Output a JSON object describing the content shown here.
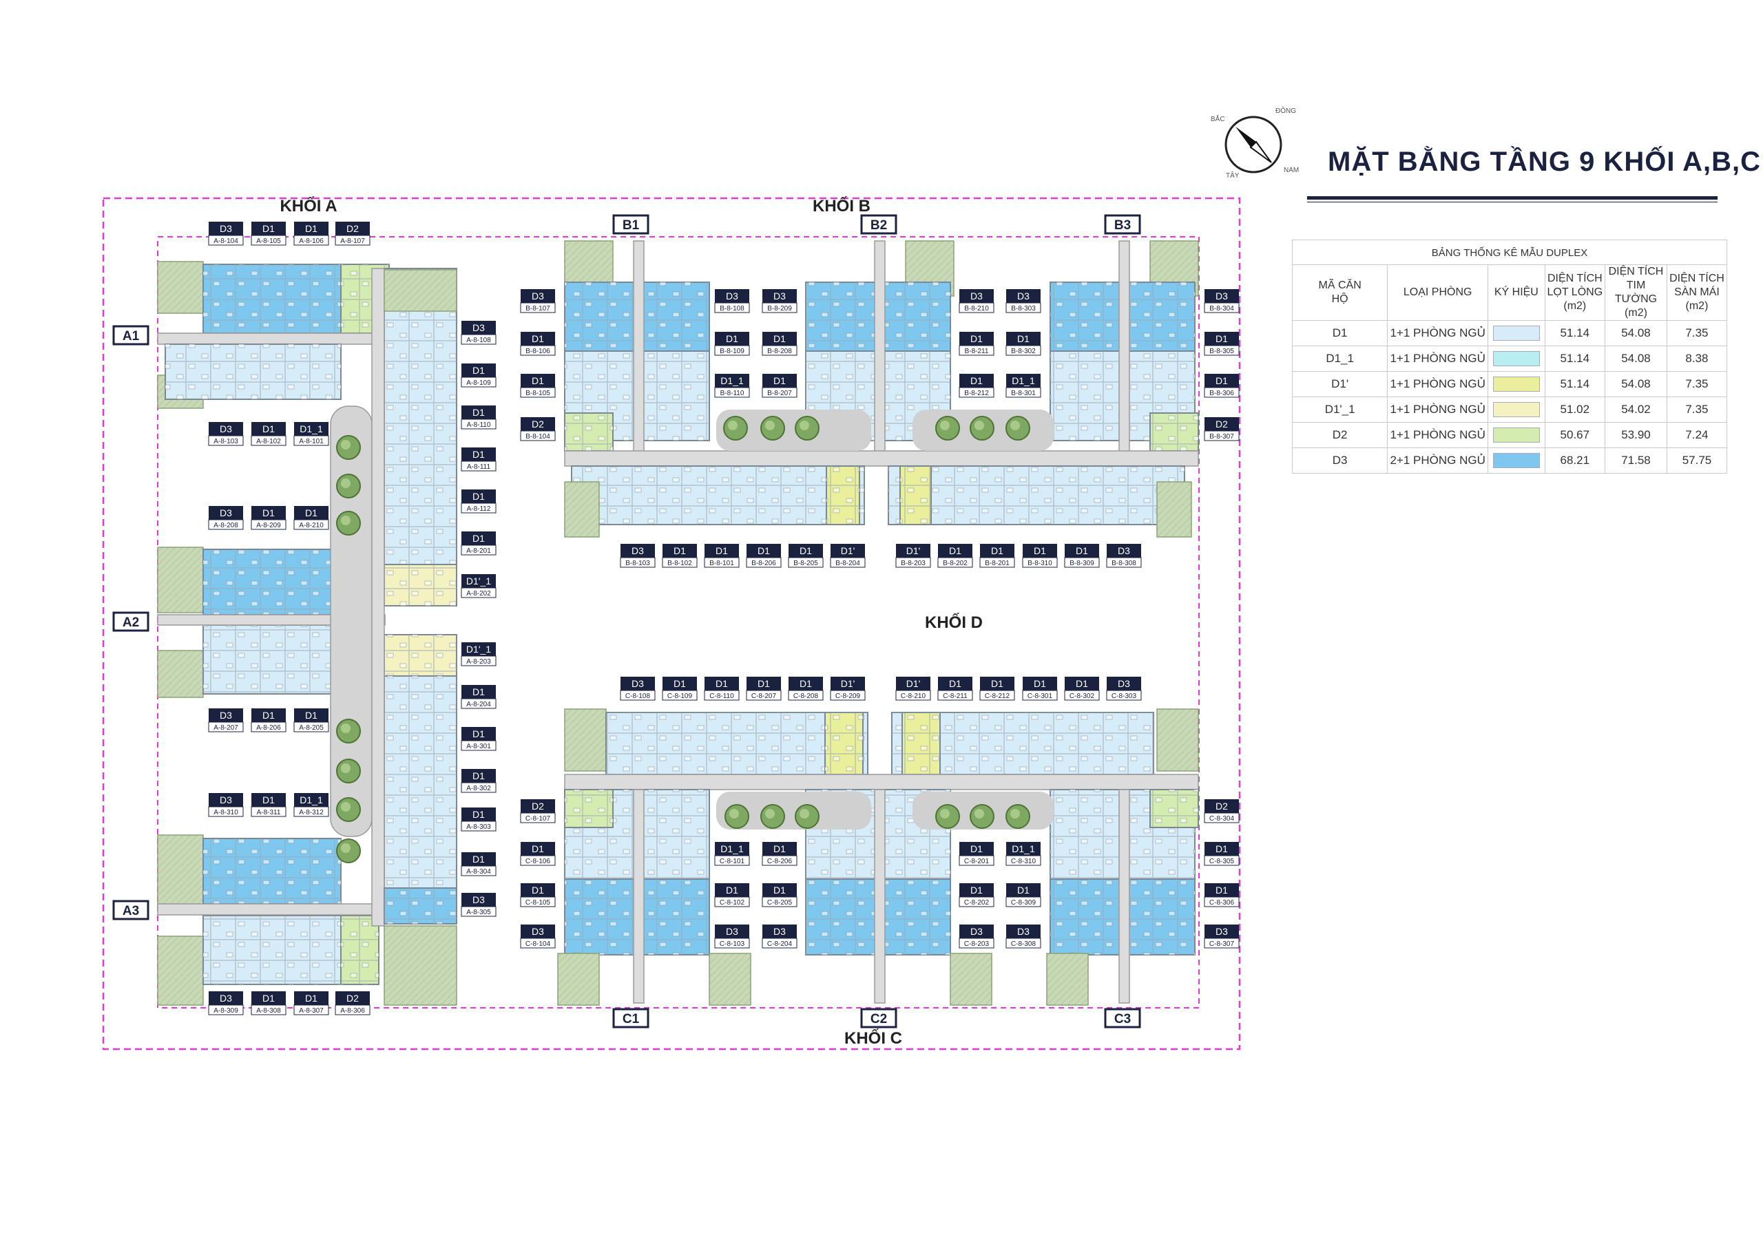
{
  "title": "MẶT BẰNG TẦNG 9 KHỐI A,B,C",
  "compass": {
    "north": "BẮC",
    "east": "ĐÔNG",
    "south": "NAM",
    "west": "TÂY"
  },
  "blocks": {
    "a": "KHỐI A",
    "b": "KHỐI B",
    "c": "KHỐI C",
    "d": "KHỐI D"
  },
  "stair_tags": [
    "A1",
    "A2",
    "A3",
    "B1",
    "B2",
    "B3",
    "C1",
    "C2",
    "C3"
  ],
  "legend": {
    "caption": "BẢNG THỐNG KÊ MẪU DUPLEX",
    "headers": [
      "MÃ CĂN HỘ",
      "LOẠI PHÒNG",
      "KÝ HIỆU",
      "DIỆN TÍCH LỌT LÒNG (m2)",
      "DIỆN TÍCH TIM TƯỜNG (m2)",
      "DIỆN TÍCH SÀN MÁI (m2)"
    ],
    "rows": [
      {
        "code": "D1",
        "type": "1+1 PHÒNG NGỦ",
        "color": "#d6ecf8",
        "net": "51.14",
        "gross": "54.08",
        "roof": "7.35"
      },
      {
        "code": "D1_1",
        "type": "1+1 PHÒNG NGỦ",
        "color": "#b8eef2",
        "net": "51.14",
        "gross": "54.08",
        "roof": "8.38"
      },
      {
        "code": "D1'",
        "type": "1+1 PHÒNG NGỦ",
        "color": "#e9ef9a",
        "net": "51.14",
        "gross": "54.08",
        "roof": "7.35"
      },
      {
        "code": "D1'_1",
        "type": "1+1 PHÒNG NGỦ",
        "color": "#f3f2c0",
        "net": "51.02",
        "gross": "54.02",
        "roof": "7.35"
      },
      {
        "code": "D2",
        "type": "1+1 PHÒNG NGỦ",
        "color": "#d5ecb0",
        "net": "50.67",
        "gross": "53.90",
        "roof": "7.24"
      },
      {
        "code": "D3",
        "type": "2+1 PHÒNG NGỦ",
        "color": "#7ec8f0",
        "net": "68.21",
        "gross": "71.58",
        "roof": "57.75"
      }
    ]
  },
  "unit_tags": [
    [
      "D3",
      "A-8-104"
    ],
    [
      "D1",
      "A-8-105"
    ],
    [
      "D1",
      "A-8-106"
    ],
    [
      "D2",
      "A-8-107"
    ],
    [
      "D3",
      "A-8-103"
    ],
    [
      "D1",
      "A-8-102"
    ],
    [
      "D1_1",
      "A-8-101"
    ],
    [
      "D3",
      "A-8-208"
    ],
    [
      "D1",
      "A-8-209"
    ],
    [
      "D1",
      "A-8-210"
    ],
    [
      "D3",
      "A-8-207"
    ],
    [
      "D1",
      "A-8-206"
    ],
    [
      "D1",
      "A-8-205"
    ],
    [
      "D3",
      "A-8-310"
    ],
    [
      "D1",
      "A-8-311"
    ],
    [
      "D1_1",
      "A-8-312"
    ],
    [
      "D3",
      "A-8-309"
    ],
    [
      "D1",
      "A-8-308"
    ],
    [
      "D1",
      "A-8-307"
    ],
    [
      "D2",
      "A-8-306"
    ],
    [
      "D3",
      "A-8-108"
    ],
    [
      "D1",
      "A-8-109"
    ],
    [
      "D1",
      "A-8-110"
    ],
    [
      "D1",
      "A-8-111"
    ],
    [
      "D1",
      "A-8-112"
    ],
    [
      "D1",
      "A-8-201"
    ],
    [
      "D1'_1",
      "A-8-202"
    ],
    [
      "D1'_1",
      "A-8-203"
    ],
    [
      "D1",
      "A-8-204"
    ],
    [
      "D1",
      "A-8-301"
    ],
    [
      "D1",
      "A-8-302"
    ],
    [
      "D1",
      "A-8-303"
    ],
    [
      "D1",
      "A-8-304"
    ],
    [
      "D3",
      "A-8-305"
    ],
    [
      "D3",
      "B-8-107"
    ],
    [
      "D1",
      "B-8-106"
    ],
    [
      "D1",
      "B-8-105"
    ],
    [
      "D2",
      "B-8-104"
    ],
    [
      "D3",
      "B-8-108"
    ],
    [
      "D1",
      "B-8-109"
    ],
    [
      "D1_1",
      "B-8-110"
    ],
    [
      "D3",
      "B-8-209"
    ],
    [
      "D1",
      "B-8-208"
    ],
    [
      "D1",
      "B-8-207"
    ],
    [
      "D3",
      "B-8-210"
    ],
    [
      "D1",
      "B-8-211"
    ],
    [
      "D1",
      "B-8-212"
    ],
    [
      "D3",
      "B-8-303"
    ],
    [
      "D1",
      "B-8-302"
    ],
    [
      "D1_1",
      "B-8-301"
    ],
    [
      "D3",
      "B-8-304"
    ],
    [
      "D1",
      "B-8-305"
    ],
    [
      "D1",
      "B-8-306"
    ],
    [
      "D2",
      "B-8-307"
    ],
    [
      "D3",
      "B-8-103"
    ],
    [
      "D1",
      "B-8-102"
    ],
    [
      "D1",
      "B-8-101"
    ],
    [
      "D1",
      "B-8-206"
    ],
    [
      "D1",
      "B-8-205"
    ],
    [
      "D1'",
      "B-8-204"
    ],
    [
      "D1'",
      "B-8-203"
    ],
    [
      "D1",
      "B-8-202"
    ],
    [
      "D1",
      "B-8-201"
    ],
    [
      "D1",
      "B-8-310"
    ],
    [
      "D1",
      "B-8-309"
    ],
    [
      "D3",
      "B-8-308"
    ],
    [
      "D3",
      "C-8-108"
    ],
    [
      "D1",
      "C-8-109"
    ],
    [
      "D1",
      "C-8-110"
    ],
    [
      "D1",
      "C-8-207"
    ],
    [
      "D1",
      "C-8-208"
    ],
    [
      "D1'",
      "C-8-209"
    ],
    [
      "D1'",
      "C-8-210"
    ],
    [
      "D1",
      "C-8-211"
    ],
    [
      "D1",
      "C-8-212"
    ],
    [
      "D1",
      "C-8-301"
    ],
    [
      "D1",
      "C-8-302"
    ],
    [
      "D3",
      "C-8-303"
    ],
    [
      "D2",
      "C-8-107"
    ],
    [
      "D1",
      "C-8-106"
    ],
    [
      "D1",
      "C-8-105"
    ],
    [
      "D3",
      "C-8-104"
    ],
    [
      "D1_1",
      "C-8-101"
    ],
    [
      "D1",
      "C-8-102"
    ],
    [
      "D3",
      "C-8-103"
    ],
    [
      "D1",
      "C-8-206"
    ],
    [
      "D1",
      "C-8-205"
    ],
    [
      "D3",
      "C-8-204"
    ],
    [
      "D1",
      "C-8-201"
    ],
    [
      "D1",
      "C-8-202"
    ],
    [
      "D3",
      "C-8-203"
    ],
    [
      "D1_1",
      "C-8-310"
    ],
    [
      "D1",
      "C-8-309"
    ],
    [
      "D3",
      "C-8-308"
    ],
    [
      "D2",
      "C-8-304"
    ],
    [
      "D1",
      "C-8-305"
    ],
    [
      "D1",
      "C-8-306"
    ],
    [
      "D3",
      "C-8-307"
    ]
  ]
}
